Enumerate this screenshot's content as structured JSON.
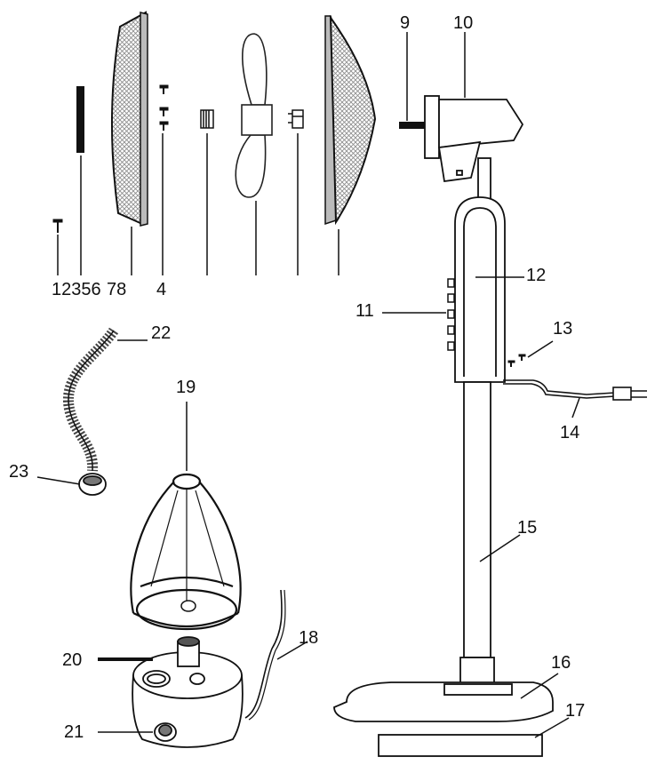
{
  "diagram": {
    "labels": {
      "p1_8": "12356",
      "p1_8b": "78",
      "p4": "4",
      "p9": "9",
      "p10": "10",
      "p11": "11",
      "p12": "12",
      "p13": "13",
      "p14": "14",
      "p15": "15",
      "p16": "16",
      "p17": "17",
      "p18": "18",
      "p19": "19",
      "p20": "20",
      "p21": "21",
      "p22": "22",
      "p23": "23"
    },
    "colors": {
      "ink": "#111111",
      "mesh": "#9a9a9a",
      "paper": "#ffffff"
    }
  }
}
